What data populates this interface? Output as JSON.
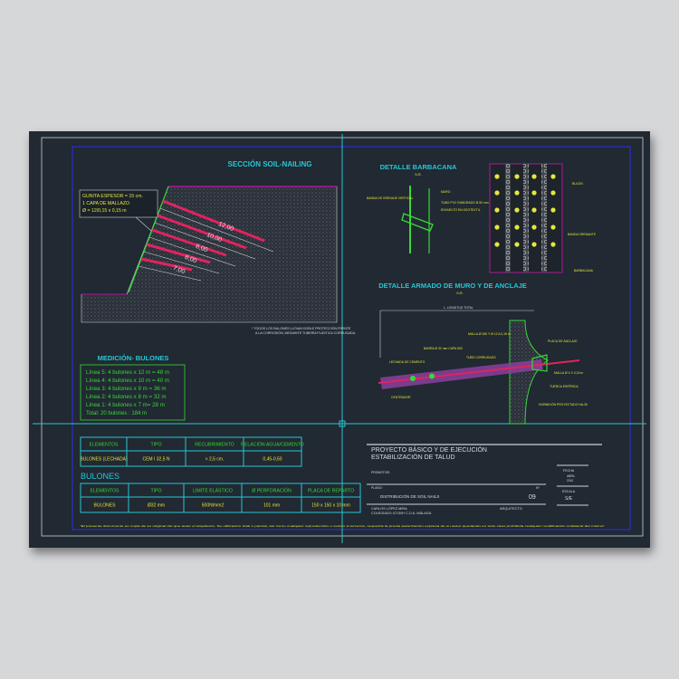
{
  "soil_nailing": {
    "title": "SECCIÓN SOIL-NAILING",
    "note_lines": [
      "GUNITA ESPESOR = 15 cm.",
      "1 CAPA DE MALLAZO",
      "Ø = 12/0,15 x 0,15 m"
    ],
    "nail_lengths": [
      "12,00",
      "10,00",
      "8,00",
      "8,00",
      "7,00"
    ],
    "footnote": [
      "* TODOS LOS BULONES LLEVAN DOBLE PROTECCIÓN FRENTE",
      "A LA CORROSIÓN, MEDIANTE TUBERÍA PLÁSTICA CORRUGADA."
    ]
  },
  "medicion": {
    "title": "MEDICIÓN- BULONES",
    "lines": [
      "Línea 5: 4 bulones x 12 m = 48 m",
      "Línea 4: 4 bulones x 10 m = 40 m",
      "Línea 3: 4 bulones x 9 m = 36 m",
      "Línea 2: 4 bulones x 8 m = 32 m",
      "Línea 1:  4 bulones x 7 m= 28 m",
      "Total: 20 bulones : 184 m"
    ]
  },
  "table_lechada": {
    "headers": [
      "ELEMENTOS",
      "TIPO",
      "RECUBRIMIENTO",
      "RELACIÓN AGUA/CEMENTO"
    ],
    "row": [
      "BULONES (LECHADA)",
      "CEM I 32,5 N",
      "> 2,5 cm.",
      "0,45-0,50"
    ]
  },
  "table_bulones": {
    "title": "BULONES",
    "headers": [
      "ELEMENTOS",
      "TIPO",
      "LÍMITE ELÁSTICO",
      "Ø PERFORACIÓN",
      "PLACA DE REPARTO"
    ],
    "row": [
      "BULONES",
      "Ø32 mm",
      "500N/mm2",
      "101 mm",
      "150 x 150 x 10 mm"
    ]
  },
  "barbacana": {
    "title": "DETALLE BARBACANA",
    "scale": "S./E.",
    "labels": [
      "BANDA DE DRENAJE VERTICAL",
      "MURO",
      "TUBO PVC RANURADO Ø 50 mm",
      "ENVUELTO EN GEOTEXTIL"
    ],
    "right_labels": [
      "BULÓN",
      "BANDA DRENANTE",
      "BARBACANA"
    ]
  },
  "armado": {
    "title": "DETALLE ARMADO DE MURO Y DE ANCLAJE",
    "scale": "S./E.",
    "labels": [
      "L. LONGITUD TOTAL",
      "MALLA Ø 150 Y Ø 12 A 0,15 m",
      "PLACA DE ANCLAJE",
      "BARRA Ø 32 mm CAPA 500",
      "TUBO CORRUGADO",
      "LECHADA DE CEMENTO",
      "CENTRADOR",
      "MALLA Ø X X 0,15 m",
      "TUERCA ESFÉRICA",
      "HORMIGÓN PROYECTADO HA-30"
    ]
  },
  "title_block": {
    "project": [
      "PROYECTO BÁSICO Y DE EJECUCIÓN",
      "ESTABILIZACIÓN DE TALUD"
    ],
    "promotor_label": "PROMOTOR:",
    "plano_label": "PLANO:",
    "num_label": "Nº",
    "plan_name": "DISTRIBUCIÓN DE SOIL NAILS",
    "plan_number": "09",
    "author": [
      "CARLOS LÓPEZ MIRA",
      "COLEGIADO 4713/IH C.O.A. MÁLAGA"
    ],
    "role": "ARQUITECTO",
    "fecha_label": "FECHA",
    "fecha_value": [
      "ABRIL",
      "2010"
    ],
    "escala_label": "ESCALA",
    "escala_value": "S/E"
  },
  "disclaimer": "\"El presente documento es copia de su original del que autor el arquitecto. Su utilización total o parcial, así como cualquier reproducción o cesión a terceros, requerirá la previa autorización expresa de su autor quedando en todo caso prohibida cualquier modificación unilateral del mismo\"",
  "colors": {
    "board": "#212932",
    "cyan": "#27c6d4",
    "yellow": "#e6e63c",
    "green": "#38d838",
    "magenta": "#b0179a",
    "red": "#e0245e",
    "blue": "#2b2fd0"
  }
}
